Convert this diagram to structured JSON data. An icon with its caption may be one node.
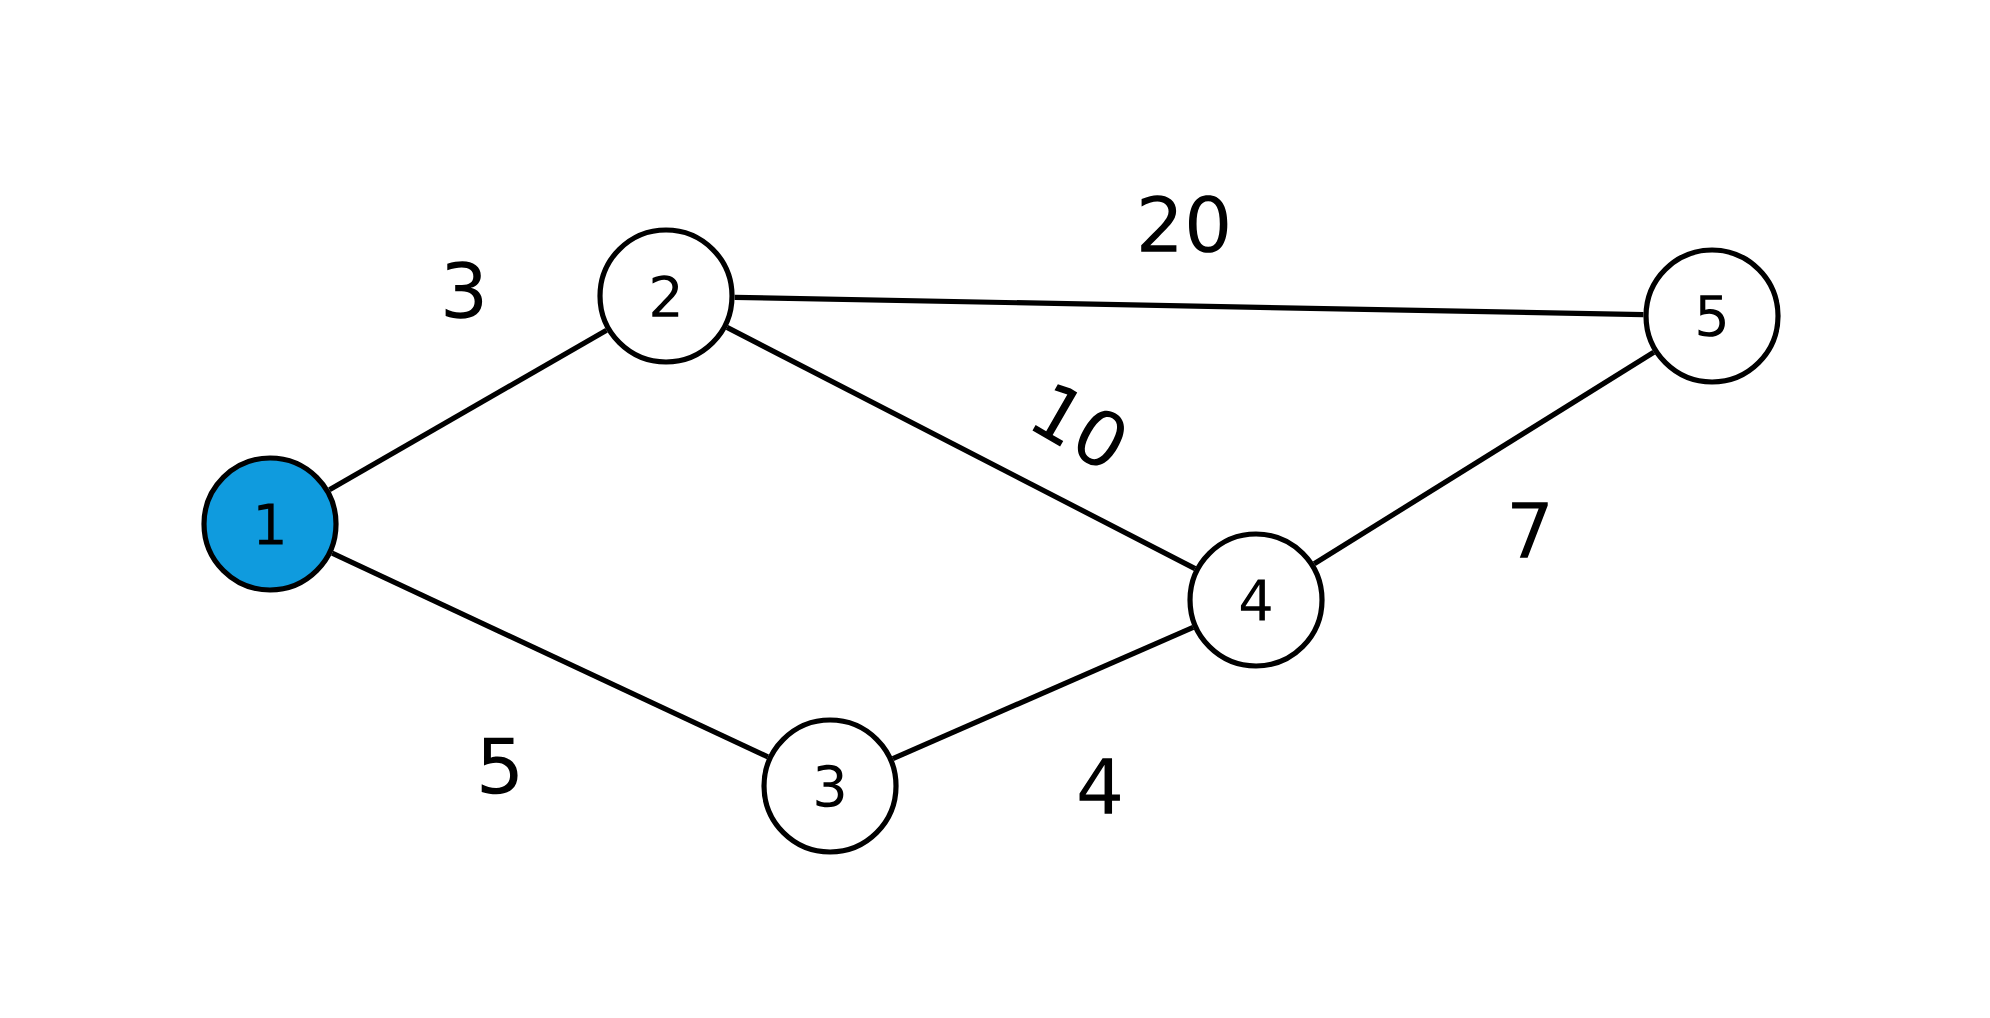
{
  "diagram": {
    "nodes": [
      {
        "text": [
          "1"
        ]
      },
      {
        "text": [
          "2"
        ]
      },
      {
        "text": [
          "3"
        ]
      },
      {
        "text": [
          "4"
        ]
      },
      {
        "text": [
          "5"
        ]
      }
    ],
    "edges": [
      {
        "from": 0,
        "to": 1,
        "arrow": "none",
        "label": "3"
      },
      {
        "from": 0,
        "to": 2,
        "arrow": "none",
        "label": "5"
      },
      {
        "from": 1,
        "to": 4,
        "arrow": "none",
        "label": "20"
      },
      {
        "from": 1,
        "to": 3,
        "arrow": "none",
        "label": "10"
      },
      {
        "from": 2,
        "to": 3,
        "arrow": "none",
        "label": "4"
      },
      {
        "from": 3,
        "to": 4,
        "arrow": "none",
        "label": "7"
      }
    ]
  }
}
